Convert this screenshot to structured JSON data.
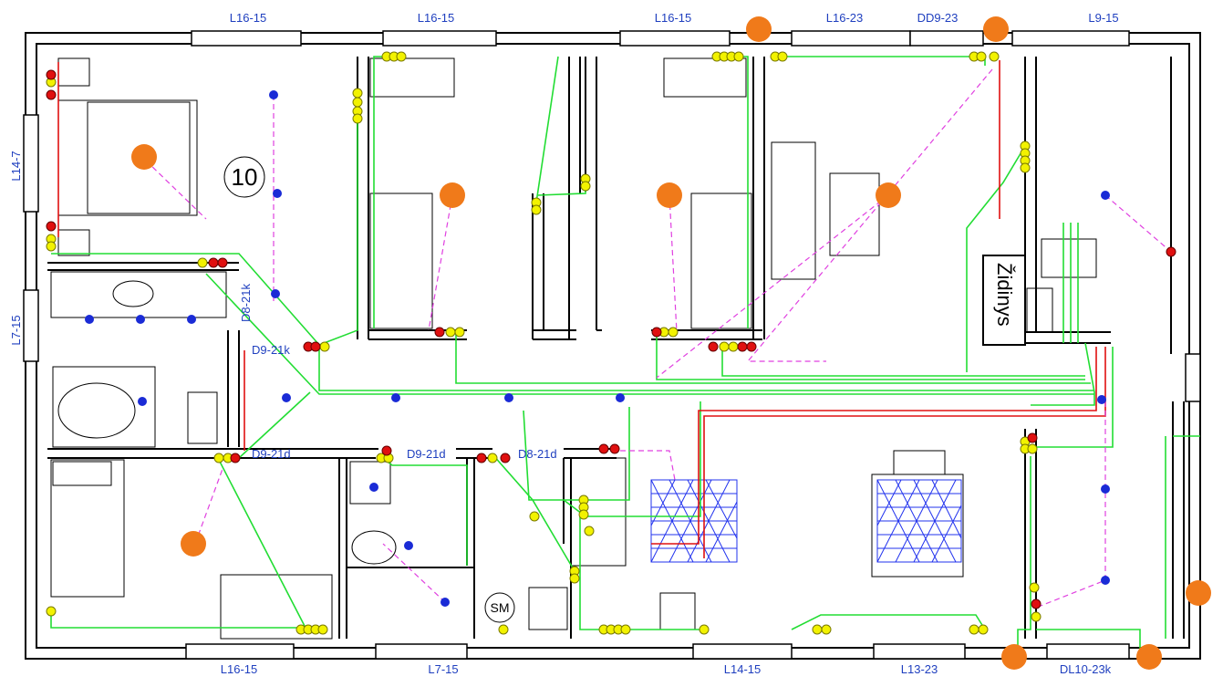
{
  "room_number": "10",
  "fireplace_label": "Židinys",
  "washer_label": "SM",
  "colors": {
    "wall": "#000000",
    "wire_green": "#22dd33",
    "wire_red": "#e01010",
    "dash_magenta": "#e040e0",
    "label_blue": "#1f3fbf",
    "dot_blue": "#1a2bd6",
    "dot_orange": "#f07a1a",
    "dot_yellow": "#f2f200",
    "dot_red": "#e01010",
    "heating_blue": "#2233ee"
  },
  "labels": {
    "top": [
      "L16-15",
      "L16-15",
      "L16-15",
      "L16-23",
      "DD9-23",
      "L9-15"
    ],
    "bottom": [
      "L16-15",
      "L7-15",
      "L14-15",
      "L13-23",
      "DL10-23k"
    ],
    "left": [
      "L14-7",
      "L7-15"
    ],
    "doors": [
      "D8-21k",
      "D9-21k",
      "D9-21d",
      "D9-21d",
      "D8-21d"
    ]
  }
}
